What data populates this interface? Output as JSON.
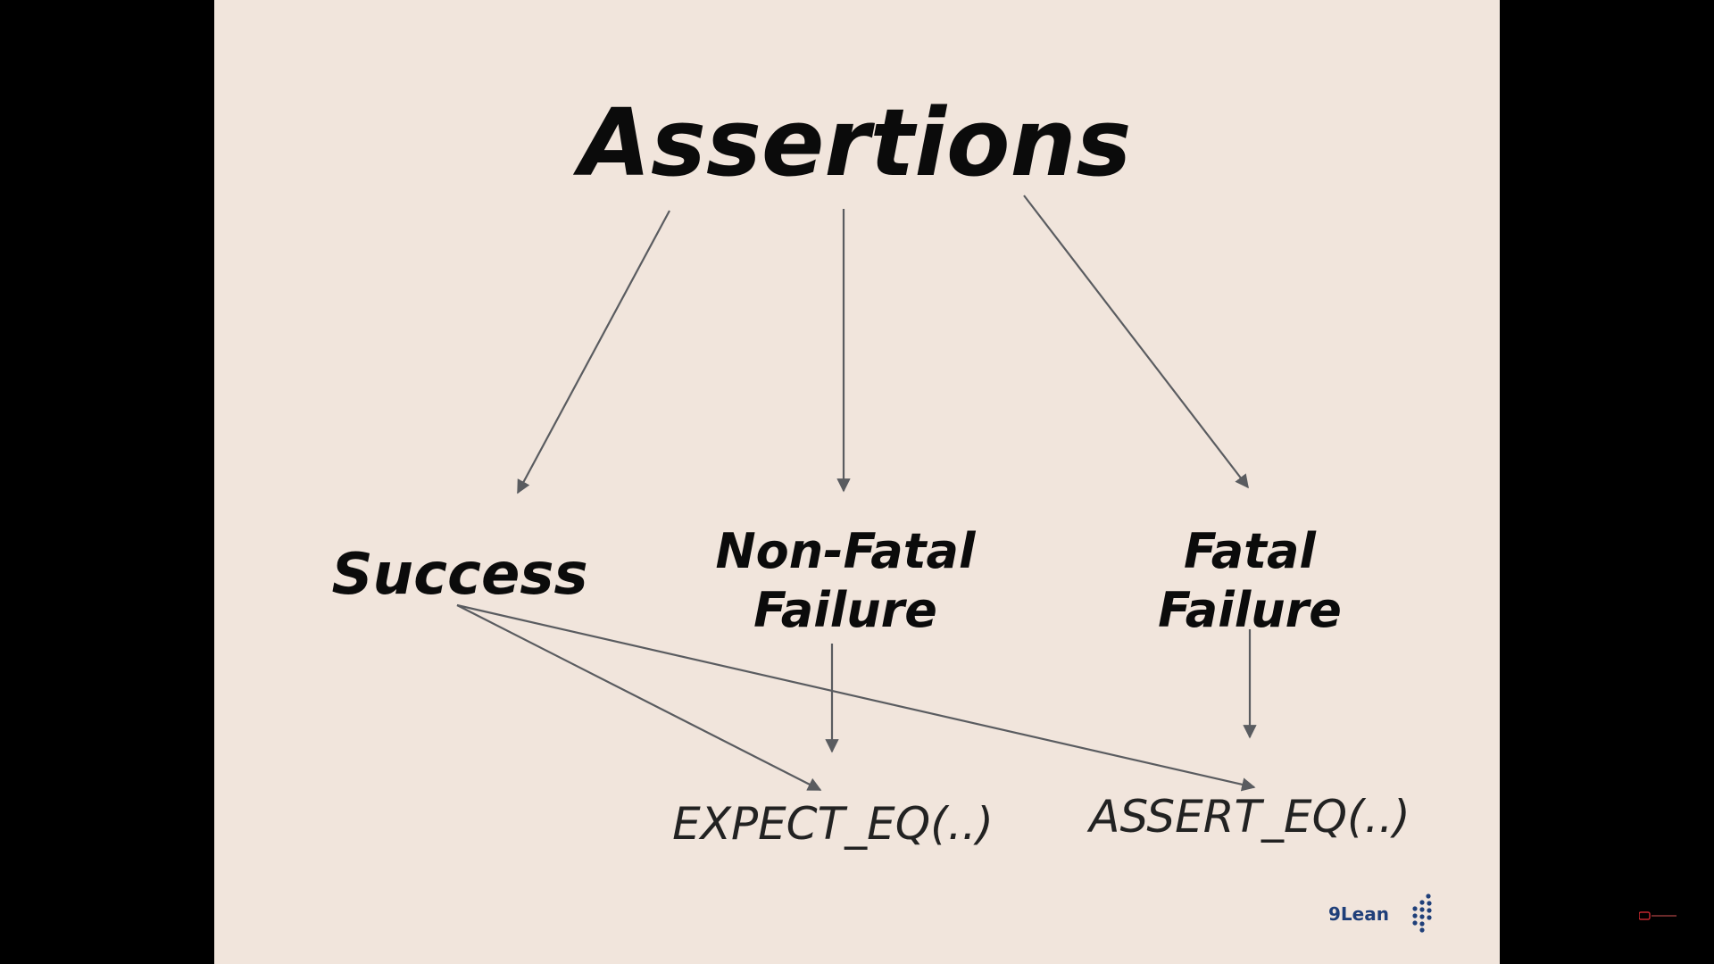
{
  "diagram": {
    "title": "Assertions",
    "nodes": {
      "success": "Success",
      "non_fatal_line1": "Non-Fatal",
      "non_fatal_line2": "Failure",
      "fatal_line1": "Fatal",
      "fatal_line2": "Failure",
      "expect_eq": "EXPECT_EQ(..)",
      "assert_eq": "ASSERT_EQ(..)"
    },
    "edges": [
      {
        "from": "Assertions",
        "to": "Success"
      },
      {
        "from": "Assertions",
        "to": "Non-Fatal Failure"
      },
      {
        "from": "Assertions",
        "to": "Fatal Failure"
      },
      {
        "from": "Success",
        "to": "EXPECT_EQ(..)"
      },
      {
        "from": "Success",
        "to": "ASSERT_EQ(..)"
      },
      {
        "from": "Non-Fatal Failure",
        "to": "EXPECT_EQ(..)"
      },
      {
        "from": "Fatal Failure",
        "to": "ASSERT_EQ(..)"
      }
    ]
  },
  "logo": {
    "text": "9Lean"
  },
  "colors": {
    "slide_background": "#f1e5dc",
    "outer_background": "#000000",
    "arrow": "#5a5c60",
    "text": "#0b0b0b",
    "logo": "#1f3f79",
    "corner_mark": "#c0262d"
  }
}
